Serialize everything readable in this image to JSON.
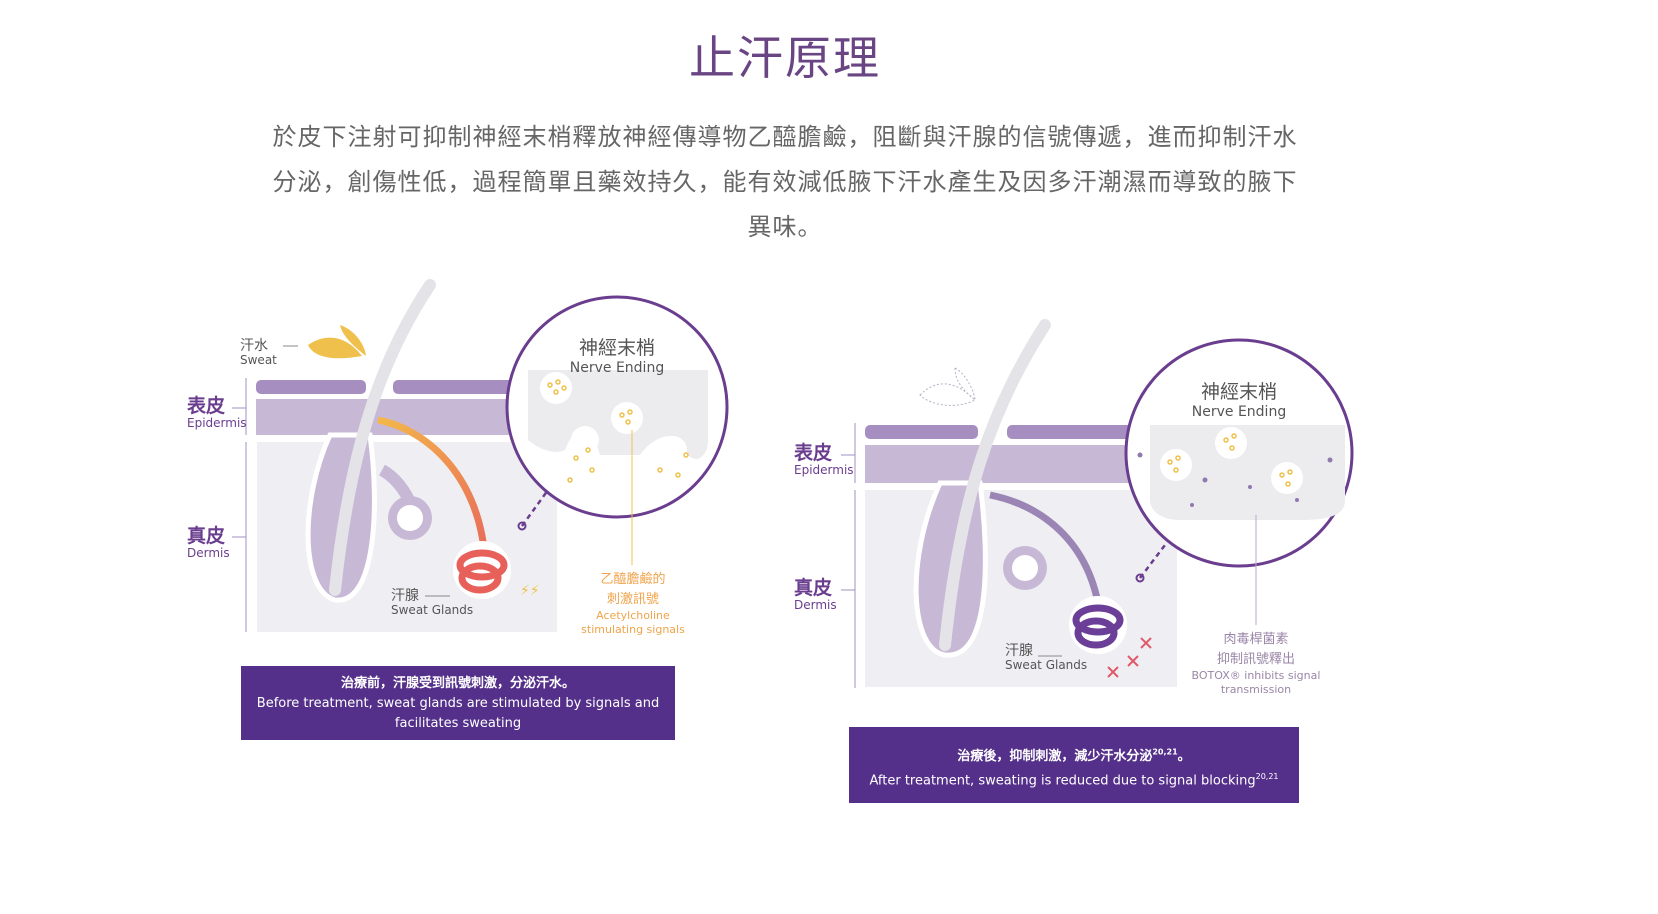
{
  "title": "止汗原理",
  "intro": "於皮下注射可抑制神經末梢釋放神經傳導物乙醯膽鹼，阻斷與汗腺的信號傳遞，進而抑制汗水分泌，創傷性低，過程簡單且藥效持久，能有效減低腋下汗水產生及因多汗潮濕而導致的腋下異味。",
  "before": {
    "sweat_zh": "汗水",
    "sweat_en": "Sweat",
    "epidermis_zh": "表皮",
    "epidermis_en": "Epidermis",
    "dermis_zh": "真皮",
    "dermis_en": "Dermis",
    "glands_zh": "汗腺",
    "glands_en": "Sweat Glands",
    "nerve_zh": "神經末梢",
    "nerve_en": "Nerve Ending",
    "signal_zh1": "乙醯膽鹼的",
    "signal_zh2": "刺激訊號",
    "signal_en1": "Acetylcholine",
    "signal_en2": "stimulating signals",
    "caption_zh": "治療前，汗腺受到訊號刺激，分泌汗水。",
    "caption_en": "Before treatment, sweat glands are stimulated by signals and facilitates sweating"
  },
  "after": {
    "epidermis_zh": "表皮",
    "epidermis_en": "Epidermis",
    "dermis_zh": "真皮",
    "dermis_en": "Dermis",
    "glands_zh": "汗腺",
    "glands_en": "Sweat Glands",
    "nerve_zh": "神經末梢",
    "nerve_en": "Nerve Ending",
    "botox_zh1": "肉毒桿菌素",
    "botox_zh2": "抑制訊號釋出",
    "botox_en1": "BOTOX® inhibits signal",
    "botox_en2": "transmission",
    "caption_zh": "治療後，抑制刺激，減少汗水分泌",
    "caption_zh_sup": "20,21",
    "caption_zh_end": "。",
    "caption_en": "After treatment, sweating is reduced due to signal blocking",
    "caption_en_sup": "20,21"
  },
  "colors": {
    "purple": "#6a3d8f",
    "caption_bg": "#54308a",
    "orange": "#f0a34a"
  }
}
